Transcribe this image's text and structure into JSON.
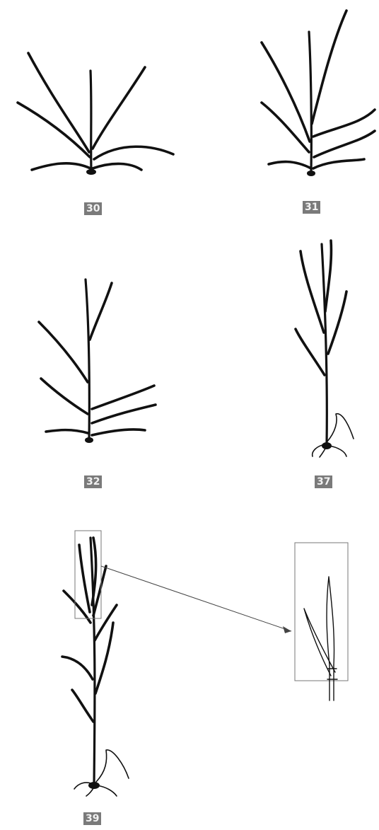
{
  "stages": [
    {
      "id": "s30",
      "label": "30"
    },
    {
      "id": "s31",
      "label": "31"
    },
    {
      "id": "s32",
      "label": "32"
    },
    {
      "id": "s37",
      "label": "37"
    },
    {
      "id": "s39",
      "label": "39"
    }
  ],
  "colors": {
    "ink": "#111111",
    "label_background": "#7a7a7a",
    "label_text": "#f2f2f2",
    "frame": "#777777"
  }
}
